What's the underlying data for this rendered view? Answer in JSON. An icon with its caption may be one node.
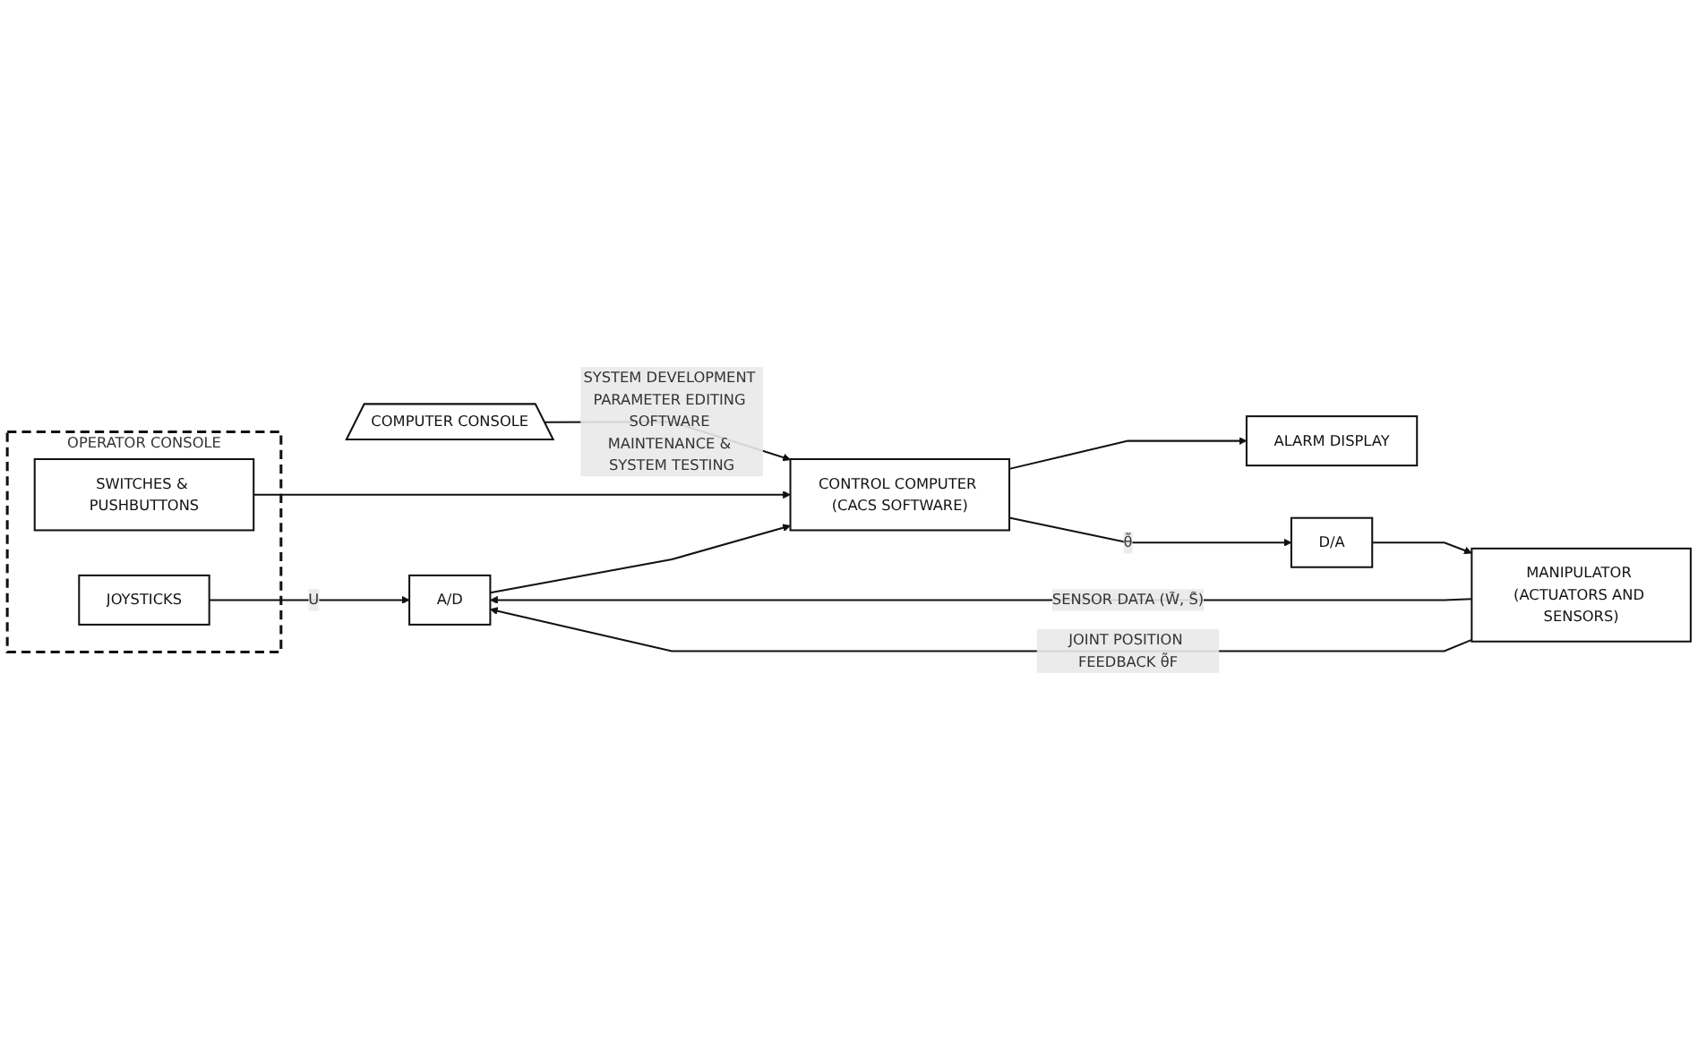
{
  "diagram": {
    "nodes": [
      {
        "text": [
          "OPERATOR CONSOLE"
        ]
      },
      {
        "text": [
          "SWITCHES & PUSHBUTTONS"
        ],
        "in": 0
      },
      {
        "text": [
          "JOYSTICKS"
        ],
        "in": 0
      },
      {
        "text": [
          "COMPUTER CONSOLE"
        ]
      },
      {
        "text": [
          "A/D"
        ]
      },
      {
        "text": [
          "CONTROL COMPUTER (CACS SOFTWARE)"
        ]
      },
      {
        "text": [
          "ALARM DISPLAY"
        ]
      },
      {
        "text": [
          "D/A"
        ]
      },
      {
        "text": [
          "MANIPULATOR (ACTUATORS AND SENSORS)"
        ]
      }
    ],
    "edges": [
      {
        "from": 3,
        "to": 5,
        "arrow": "to",
        "label": "SYSTEM DEVELOPMENT PARAMETER EDITING SOFTWARE MAINTENANCE & SYSTEM TESTING"
      },
      {
        "from": 1,
        "to": 5,
        "arrow": "to"
      },
      {
        "from": 2,
        "to": 4,
        "arrow": "to",
        "label": "U"
      },
      {
        "from": 4,
        "to": 5,
        "arrow": "to"
      },
      {
        "from": 5,
        "to": 6,
        "arrow": "to"
      },
      {
        "from": 5,
        "to": 7,
        "arrow": "to",
        "label": "θ̃"
      },
      {
        "from": 7,
        "to": 8,
        "arrow": "to"
      },
      {
        "from": 8,
        "to": 4,
        "arrow": "to",
        "label": "SENSOR DATA (W̃, S̃)"
      },
      {
        "from": 8,
        "to": 4,
        "arrow": "to",
        "label": "JOINT POSITION FEEDBACK θ̃F"
      }
    ]
  }
}
